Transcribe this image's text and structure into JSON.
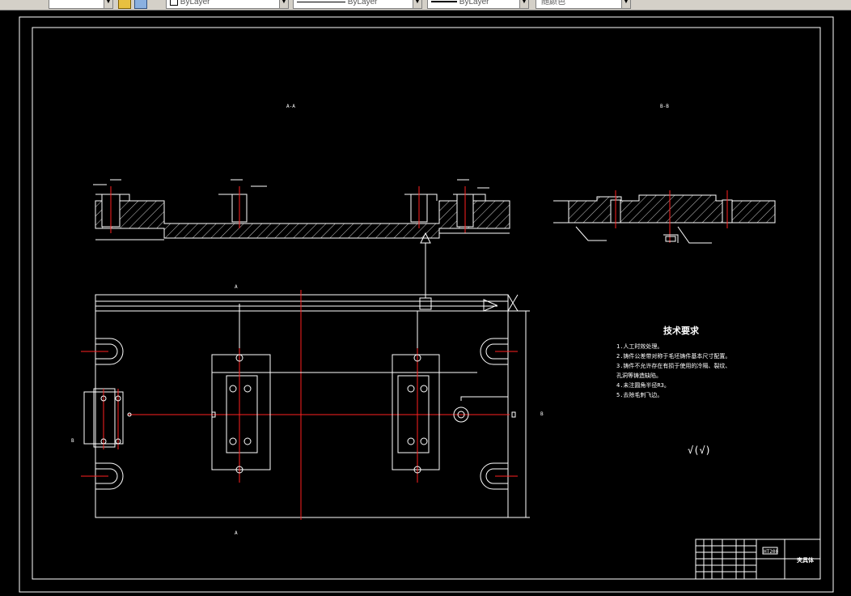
{
  "toolbar": {
    "layer_color": "ByLayer",
    "linetype": "ByLayer",
    "lineweight": "ByLayer",
    "plot_style": "随颜色"
  },
  "drawing": {
    "section_aa": "A-A",
    "section_bb": "B-B",
    "marker_a_top": "A",
    "marker_a_bottom": "A",
    "marker_b_left": "B",
    "marker_b_right": "B",
    "tech_title": "技术要求",
    "tech_items": [
      "1.人工时效处理。",
      "2.铸件公差带对称于毛坯铸件基本尺寸配置。",
      "3.铸件不允许存在有损于使用的冷隔、裂纹、",
      "孔洞等铸造缺陷。",
      "4.未注圆角半径R3。",
      "5.去除毛刺飞边。"
    ],
    "roughness_note": "√(√)",
    "title_block_code": "HT200",
    "title_block_name": "夹具体"
  },
  "colors": {
    "background": "#000000",
    "outline": "#ffffff",
    "centerline": "#ff2020",
    "toolbar": "#d4d0c8"
  }
}
